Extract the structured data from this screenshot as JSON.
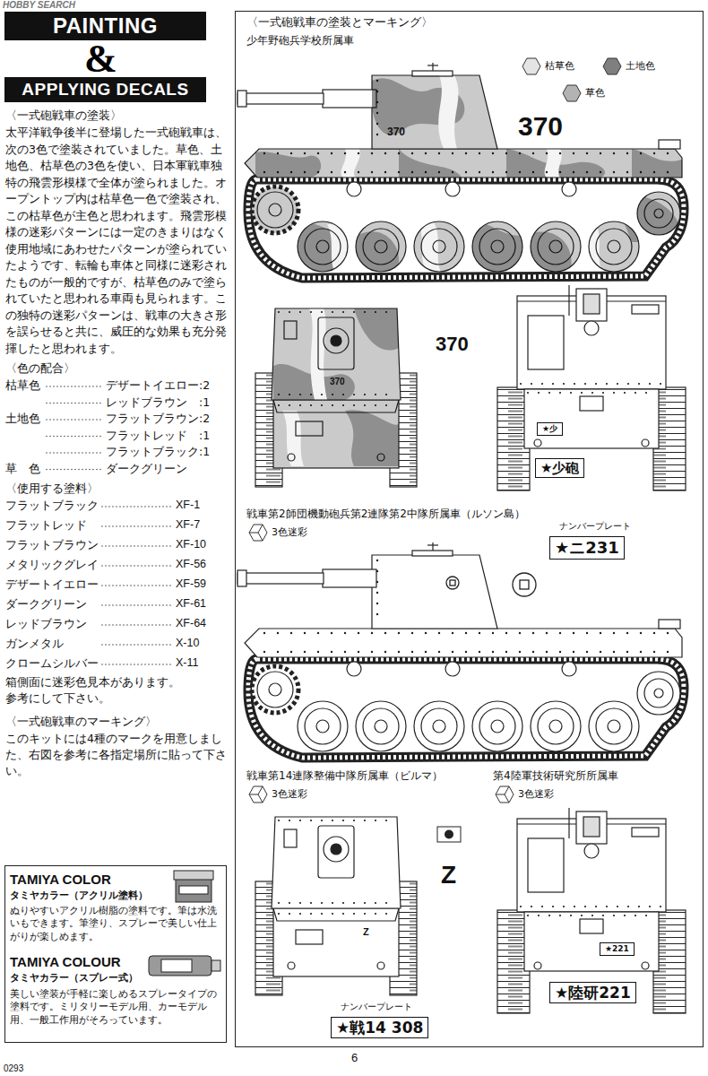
{
  "diagram": {
    "nodes": [
      {
        "text": [
          "PAINTING"
        ]
      },
      {
        "text": [
          "APPLYING DECALS"
        ]
      },
      {
        "text": [
          "TAMIYA COLOR",
          "タミヤカラー（アクリル塗料）",
          "ぬりやすいアクリル樹脂の塗料です。筆は水洗いもできます。筆塗り、スプレーで美しい仕上がりが楽しめます。",
          "TAMIYA COLOUR",
          "タミヤカラー（スプレー式）",
          "美しい塗装が手軽に楽しめるスプレータイプの塗料です。ミリタリーモデル用、カーモデル用、一般工作用がそろっています。"
        ]
      },
      {
        "text": [
          "〈一式砲戦車の塗装とマーキング〉"
        ]
      },
      {
        "text": [
          "★少"
        ],
        "in": 3
      },
      {
        "text": [
          "★少砲"
        ],
        "in": 3
      },
      {
        "text": [
          "★ニ231"
        ],
        "in": 3
      },
      {
        "text": [
          "★戦14 308"
        ],
        "in": 3
      },
      {
        "text": [
          "★221"
        ],
        "in": 3
      },
      {
        "text": [
          "★陸研221"
        ],
        "in": 3
      }
    ],
    "labels": [
      "HOBBY SEARCH",
      "&",
      "〈一式砲戦車の塗装〉",
      "太平洋戦争後半に登場した一式砲戦車は、次の3色で塗装されていました。草色、土地色、枯草色の3色を使い、日本軍戦車独特の飛雲形模様で全体が塗られました。オープントップ内は枯草色一色で塗装され、この枯草色が主色と思われます。飛雲形模様の迷彩パターンには一定のきまりはなく使用地域にあわせたパターンが塗られていたようです、転輪も車体と同様に迷彩されたものが一般的ですが、枯草色のみで塗られていたと思われる車両も見られます。この独特の迷彩パターンは、戦車の大きさ形を誤らせると共に、威圧的な効果も充分発揮したと思われます。",
      "〈色の配合〉",
      "枯草色",
      "デザートイエロー:2",
      "レッドブラウン　:1",
      "土地色",
      "フラットブラウン:2",
      "フラットレッド　:1",
      "フラットブラック:1",
      "草　色",
      "ダークグリーン",
      "〈使用する塗料〉",
      "フラットブラック",
      "XF-1",
      "フラットレッド",
      "XF-7",
      "フラットブラウン",
      "XF-10",
      "メタリックグレイ",
      "XF-56",
      "デザートイエロー",
      "XF-59",
      "ダークグリーン",
      "XF-61",
      "レッドブラウン",
      "XF-64",
      "ガンメタル",
      "X-10",
      "クロームシルバー",
      "X-11",
      "箱側面に迷彩色見本があります。参考にして下さい。",
      "〈一式砲戦車のマーキング〉",
      "このキットには4種のマークを用意しました、右図を参考に各指定場所に貼って下さい。",
      "0293",
      "少年野砲兵学校所属車",
      "370",
      "370",
      "370",
      "370",
      "戦車第2師団機動砲兵第2連隊第2中隊所属車（ルソン島）",
      "ナンバープレート",
      "戦車第14連隊整備中隊所属車（ビルマ）",
      "第4陸軍技術研究所所属車",
      "Z",
      "Z",
      "ナンバープレート",
      "6"
    ],
    "legend": [
      {
        "text": "枯草色",
        "color": "#e4e4e4"
      },
      {
        "text": "土地色",
        "color": "#7f7f7f"
      },
      {
        "text": "草色",
        "color": "#b3b3b3"
      },
      {
        "text": "3色迷彩"
      },
      {
        "text": "3色迷彩"
      },
      {
        "text": "3色迷彩"
      }
    ]
  }
}
